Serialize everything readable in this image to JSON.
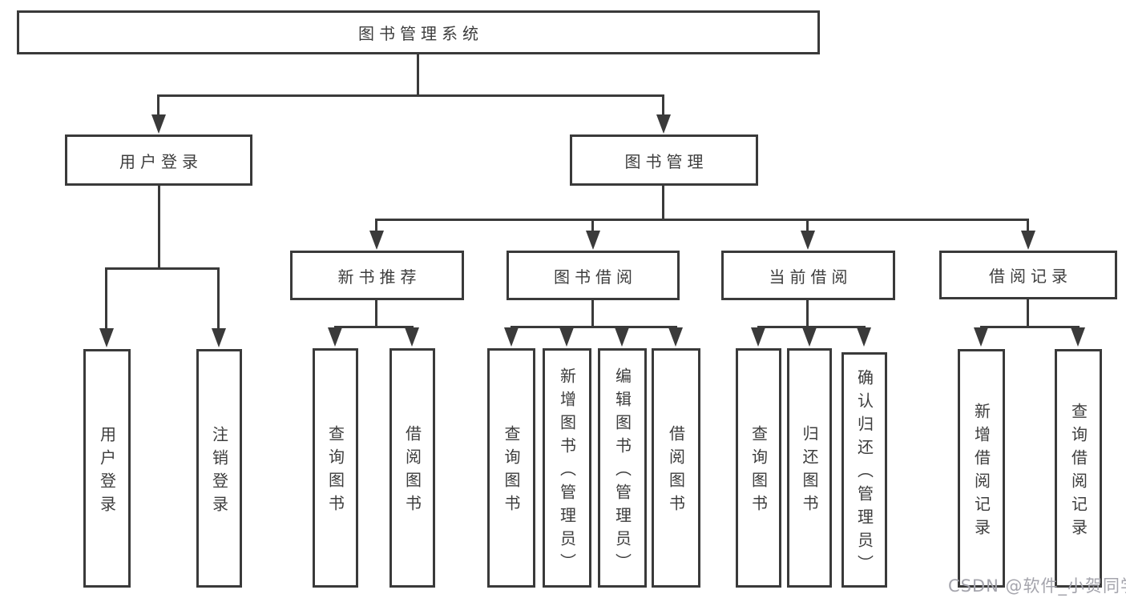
{
  "diagram": {
    "root": {
      "label": "图书管理系统"
    },
    "branches": [
      {
        "label": "用户登录",
        "children": [
          {
            "label": "用户登录"
          },
          {
            "label": "注销登录"
          }
        ]
      },
      {
        "label": "图书管理",
        "groups": [
          {
            "label": "新书推荐",
            "children": [
              {
                "label": "查询图书"
              },
              {
                "label": "借阅图书"
              }
            ]
          },
          {
            "label": "图书借阅",
            "children": [
              {
                "label": "查询图书"
              },
              {
                "label": "新增图书（管理员）"
              },
              {
                "label": "编辑图书（管理员）"
              },
              {
                "label": "借阅图书"
              }
            ]
          },
          {
            "label": "当前借阅",
            "children": [
              {
                "label": "查询图书"
              },
              {
                "label": "归还图书"
              },
              {
                "label": "确认归还（管理员）"
              }
            ]
          },
          {
            "label": "借阅记录",
            "children": [
              {
                "label": "新增借阅记录"
              },
              {
                "label": "查询借阅记录"
              }
            ]
          }
        ]
      }
    ],
    "watermark": "CSDN @软件_小贺同学",
    "colors": {
      "line": "#3a3a3a",
      "text": "#3d3d3d",
      "watermark": "#a4a4ac",
      "background": "#ffffff"
    }
  }
}
